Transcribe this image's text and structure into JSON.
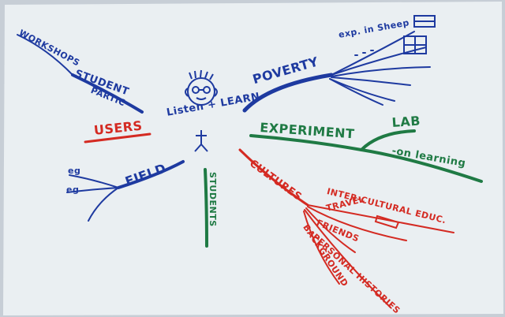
{
  "mindmap": {
    "center": "Listen + LEARN",
    "nodes": {
      "workshops": "WORKSHOPS",
      "student": "STUDENT",
      "partic": "PARTIC",
      "users": "USERS",
      "poverty": "POVERTY",
      "expin": "exp. in Sheep",
      "experiment": "EXPERIMENT",
      "lab": "LAB",
      "hands_on": "-on learning",
      "field": "FIELD",
      "eg1": "eg",
      "eg2": "eg",
      "students": "STUDENTS",
      "cultures": "CULTURES",
      "intercultural": "INTER-CULTURAL EDUC.",
      "travel": "TRAVEL",
      "friends": "FRIENDS",
      "personal": "PERSONAL HISTORIES",
      "background": "BACKGROUND"
    },
    "colors": {
      "paper": "#e9eef0",
      "blue": "#1e3aa0",
      "green": "#1f7a44",
      "red": "#d42a22"
    }
  }
}
